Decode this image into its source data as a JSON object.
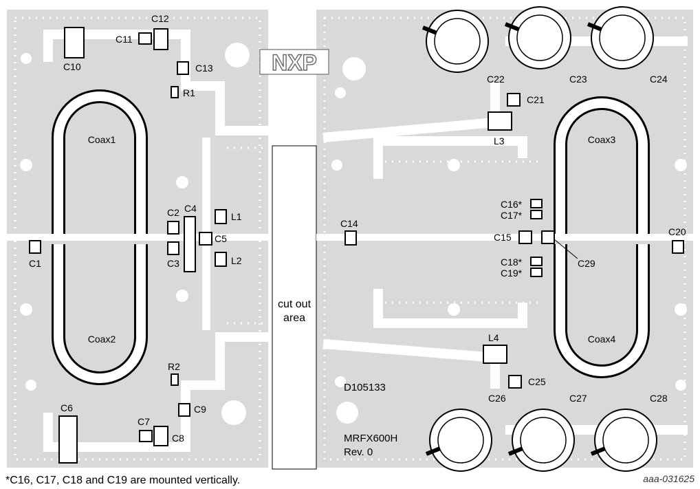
{
  "logo": "NXP",
  "cutout": {
    "line1": "cut out",
    "line2": "area"
  },
  "board_text": {
    "part_no": "D105133",
    "device": "MRFX600H",
    "rev": "Rev. 0"
  },
  "coax": {
    "coax1": "Coax1",
    "coax2": "Coax2",
    "coax3": "Coax3",
    "coax4": "Coax4"
  },
  "labels": {
    "C1": "C1",
    "C2": "C2",
    "C3": "C3",
    "C4": "C4",
    "C5": "C5",
    "C6": "C6",
    "C7": "C7",
    "C8": "C8",
    "C9": "C9",
    "C10": "C10",
    "C11": "C11",
    "C12": "C12",
    "C13": "C13",
    "C14": "C14",
    "C15": "C15",
    "C16": "C16*",
    "C17": "C17*",
    "C18": "C18*",
    "C19": "C19*",
    "C20": "C20",
    "C21": "C21",
    "C22": "C22",
    "C23": "C23",
    "C24": "C24",
    "C25": "C25",
    "C26": "C26",
    "C27": "C27",
    "C28": "C28",
    "C29": "C29",
    "R1": "R1",
    "R2": "R2",
    "L1": "L1",
    "L2": "L2",
    "L3": "L3",
    "L4": "L4"
  },
  "footnote": "*C16, C17, C18 and C19 are mounted vertically.",
  "figure_id": "aaa-031625",
  "colors": {
    "board": "#d9d9d9",
    "trace": "#ffffff",
    "component": "#000000",
    "via": "#ffffff"
  }
}
